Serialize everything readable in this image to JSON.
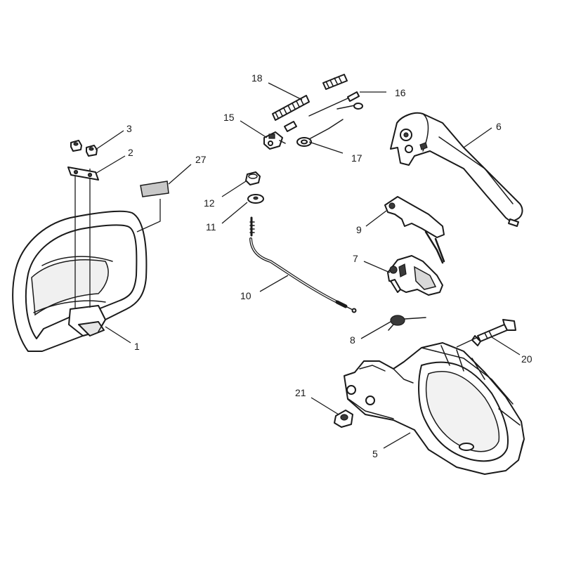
{
  "callouts": [
    {
      "id": "1",
      "label": "1"
    },
    {
      "id": "2",
      "label": "2"
    },
    {
      "id": "3",
      "label": "3"
    },
    {
      "id": "5",
      "label": "5"
    },
    {
      "id": "6",
      "label": "6"
    },
    {
      "id": "7",
      "label": "7"
    },
    {
      "id": "8",
      "label": "8"
    },
    {
      "id": "9",
      "label": "9"
    },
    {
      "id": "10",
      "label": "10"
    },
    {
      "id": "11",
      "label": "11"
    },
    {
      "id": "12",
      "label": "12"
    },
    {
      "id": "15",
      "label": "15"
    },
    {
      "id": "16",
      "label": "16"
    },
    {
      "id": "17",
      "label": "17"
    },
    {
      "id": "18",
      "label": "18"
    },
    {
      "id": "20",
      "label": "20"
    },
    {
      "id": "21",
      "label": "21"
    },
    {
      "id": "27",
      "label": "27"
    }
  ]
}
